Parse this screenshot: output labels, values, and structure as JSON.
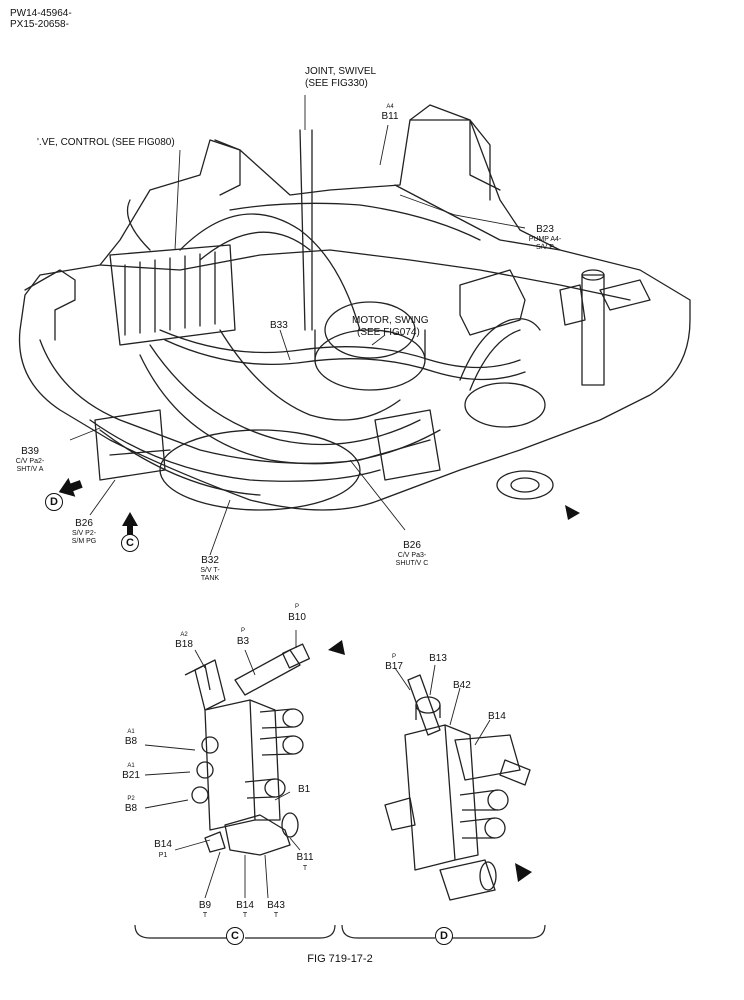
{
  "header": {
    "line1": "PW14-45964-",
    "line2": "PX15-20658-"
  },
  "top": {
    "joint_swivel": "JOINT, SWIVEL",
    "joint_swivel_see": "(SEE FIG330)",
    "valve_control": "'.VE, CONTROL  (SEE FIG080)",
    "motor_swing": "MOTOR, SWING",
    "motor_swing_see": "(SEE FIG074)",
    "b11_small": "A4",
    "b11": "B11",
    "b23": "B23",
    "b23_sub1": "PUMP A4-",
    "b23_sub2": "S/V P",
    "b33": "B33",
    "b39": "B39",
    "b39_sub1": "C/V Pa2-",
    "b39_sub2": "SHT/V A",
    "b26_left": "B26",
    "b26_left_sub1": "S/V P2-",
    "b26_left_sub2": "S/M PG",
    "b26_right": "B26",
    "b26_right_sub1": "C/V Pa3-",
    "b26_right_sub2": "SHUT/V C",
    "b32": "B32",
    "b32_sub1": "S/V T-",
    "b32_sub2": "TANK",
    "view_d": "D",
    "view_c": "C"
  },
  "detail_c": {
    "b10_small": "P",
    "b10": "B10",
    "b3_small": "P",
    "b3": "B3",
    "b18_small": "A2",
    "b18": "B18",
    "b8a_small": "A1",
    "b8a": "B8",
    "b21_small": "A1",
    "b21": "B21",
    "b8b_small": "P2",
    "b8b": "B8",
    "b1": "B1",
    "b14": "B14",
    "b14_sub": "P1",
    "b11": "B11",
    "b11_sub": "T",
    "b9": "B9",
    "b9_sub": "T",
    "b14b": "B14",
    "b14b_sub": "T",
    "b43": "B43",
    "b43_sub": "T",
    "view": "C"
  },
  "detail_d": {
    "b17_small": "P",
    "b17": "B17",
    "b13": "B13",
    "b42": "B42",
    "b14": "B14",
    "view": "D"
  },
  "figure": {
    "caption": "FIG 719-17-2"
  }
}
